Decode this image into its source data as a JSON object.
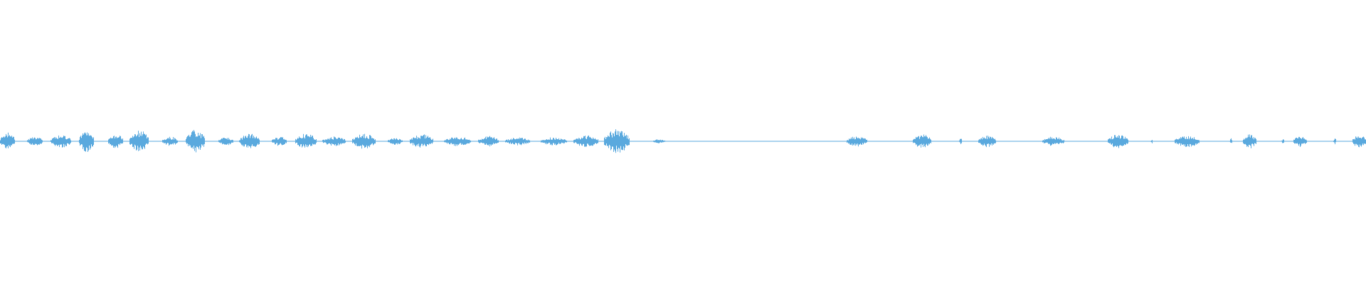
{
  "waveform": {
    "color": "#5aa9de",
    "background": "#ffffff",
    "segments": [
      {
        "start": 0.0,
        "end": 0.011,
        "level": 0.3
      },
      {
        "start": 0.02,
        "end": 0.031,
        "level": 0.16
      },
      {
        "start": 0.037,
        "end": 0.052,
        "level": 0.22
      },
      {
        "start": 0.058,
        "end": 0.069,
        "level": 0.38
      },
      {
        "start": 0.079,
        "end": 0.09,
        "level": 0.26
      },
      {
        "start": 0.095,
        "end": 0.109,
        "level": 0.38
      },
      {
        "start": 0.119,
        "end": 0.13,
        "level": 0.16
      },
      {
        "start": 0.136,
        "end": 0.15,
        "level": 0.4
      },
      {
        "start": 0.16,
        "end": 0.171,
        "level": 0.14
      },
      {
        "start": 0.175,
        "end": 0.19,
        "level": 0.26
      },
      {
        "start": 0.199,
        "end": 0.21,
        "level": 0.16
      },
      {
        "start": 0.216,
        "end": 0.232,
        "level": 0.26
      },
      {
        "start": 0.236,
        "end": 0.253,
        "level": 0.16
      },
      {
        "start": 0.258,
        "end": 0.275,
        "level": 0.26
      },
      {
        "start": 0.284,
        "end": 0.295,
        "level": 0.12
      },
      {
        "start": 0.3,
        "end": 0.317,
        "level": 0.24
      },
      {
        "start": 0.325,
        "end": 0.345,
        "level": 0.16
      },
      {
        "start": 0.35,
        "end": 0.365,
        "level": 0.18
      },
      {
        "start": 0.37,
        "end": 0.388,
        "level": 0.14
      },
      {
        "start": 0.396,
        "end": 0.415,
        "level": 0.14
      },
      {
        "start": 0.42,
        "end": 0.438,
        "level": 0.2
      },
      {
        "start": 0.442,
        "end": 0.461,
        "level": 0.42
      },
      {
        "start": 0.478,
        "end": 0.487,
        "level": 0.08
      },
      {
        "start": 0.62,
        "end": 0.635,
        "level": 0.18
      },
      {
        "start": 0.668,
        "end": 0.682,
        "level": 0.24
      },
      {
        "start": 0.702,
        "end": 0.704,
        "level": 0.12
      },
      {
        "start": 0.716,
        "end": 0.729,
        "level": 0.2
      },
      {
        "start": 0.763,
        "end": 0.779,
        "level": 0.16
      },
      {
        "start": 0.811,
        "end": 0.826,
        "level": 0.24
      },
      {
        "start": 0.842,
        "end": 0.844,
        "level": 0.08
      },
      {
        "start": 0.86,
        "end": 0.878,
        "level": 0.2
      },
      {
        "start": 0.9,
        "end": 0.902,
        "level": 0.1
      },
      {
        "start": 0.91,
        "end": 0.92,
        "level": 0.24
      },
      {
        "start": 0.938,
        "end": 0.94,
        "level": 0.08
      },
      {
        "start": 0.947,
        "end": 0.957,
        "level": 0.2
      },
      {
        "start": 0.976,
        "end": 0.978,
        "level": 0.1
      },
      {
        "start": 0.99,
        "end": 1.0,
        "level": 0.24
      }
    ],
    "baseline_noise_level": 0.012
  }
}
